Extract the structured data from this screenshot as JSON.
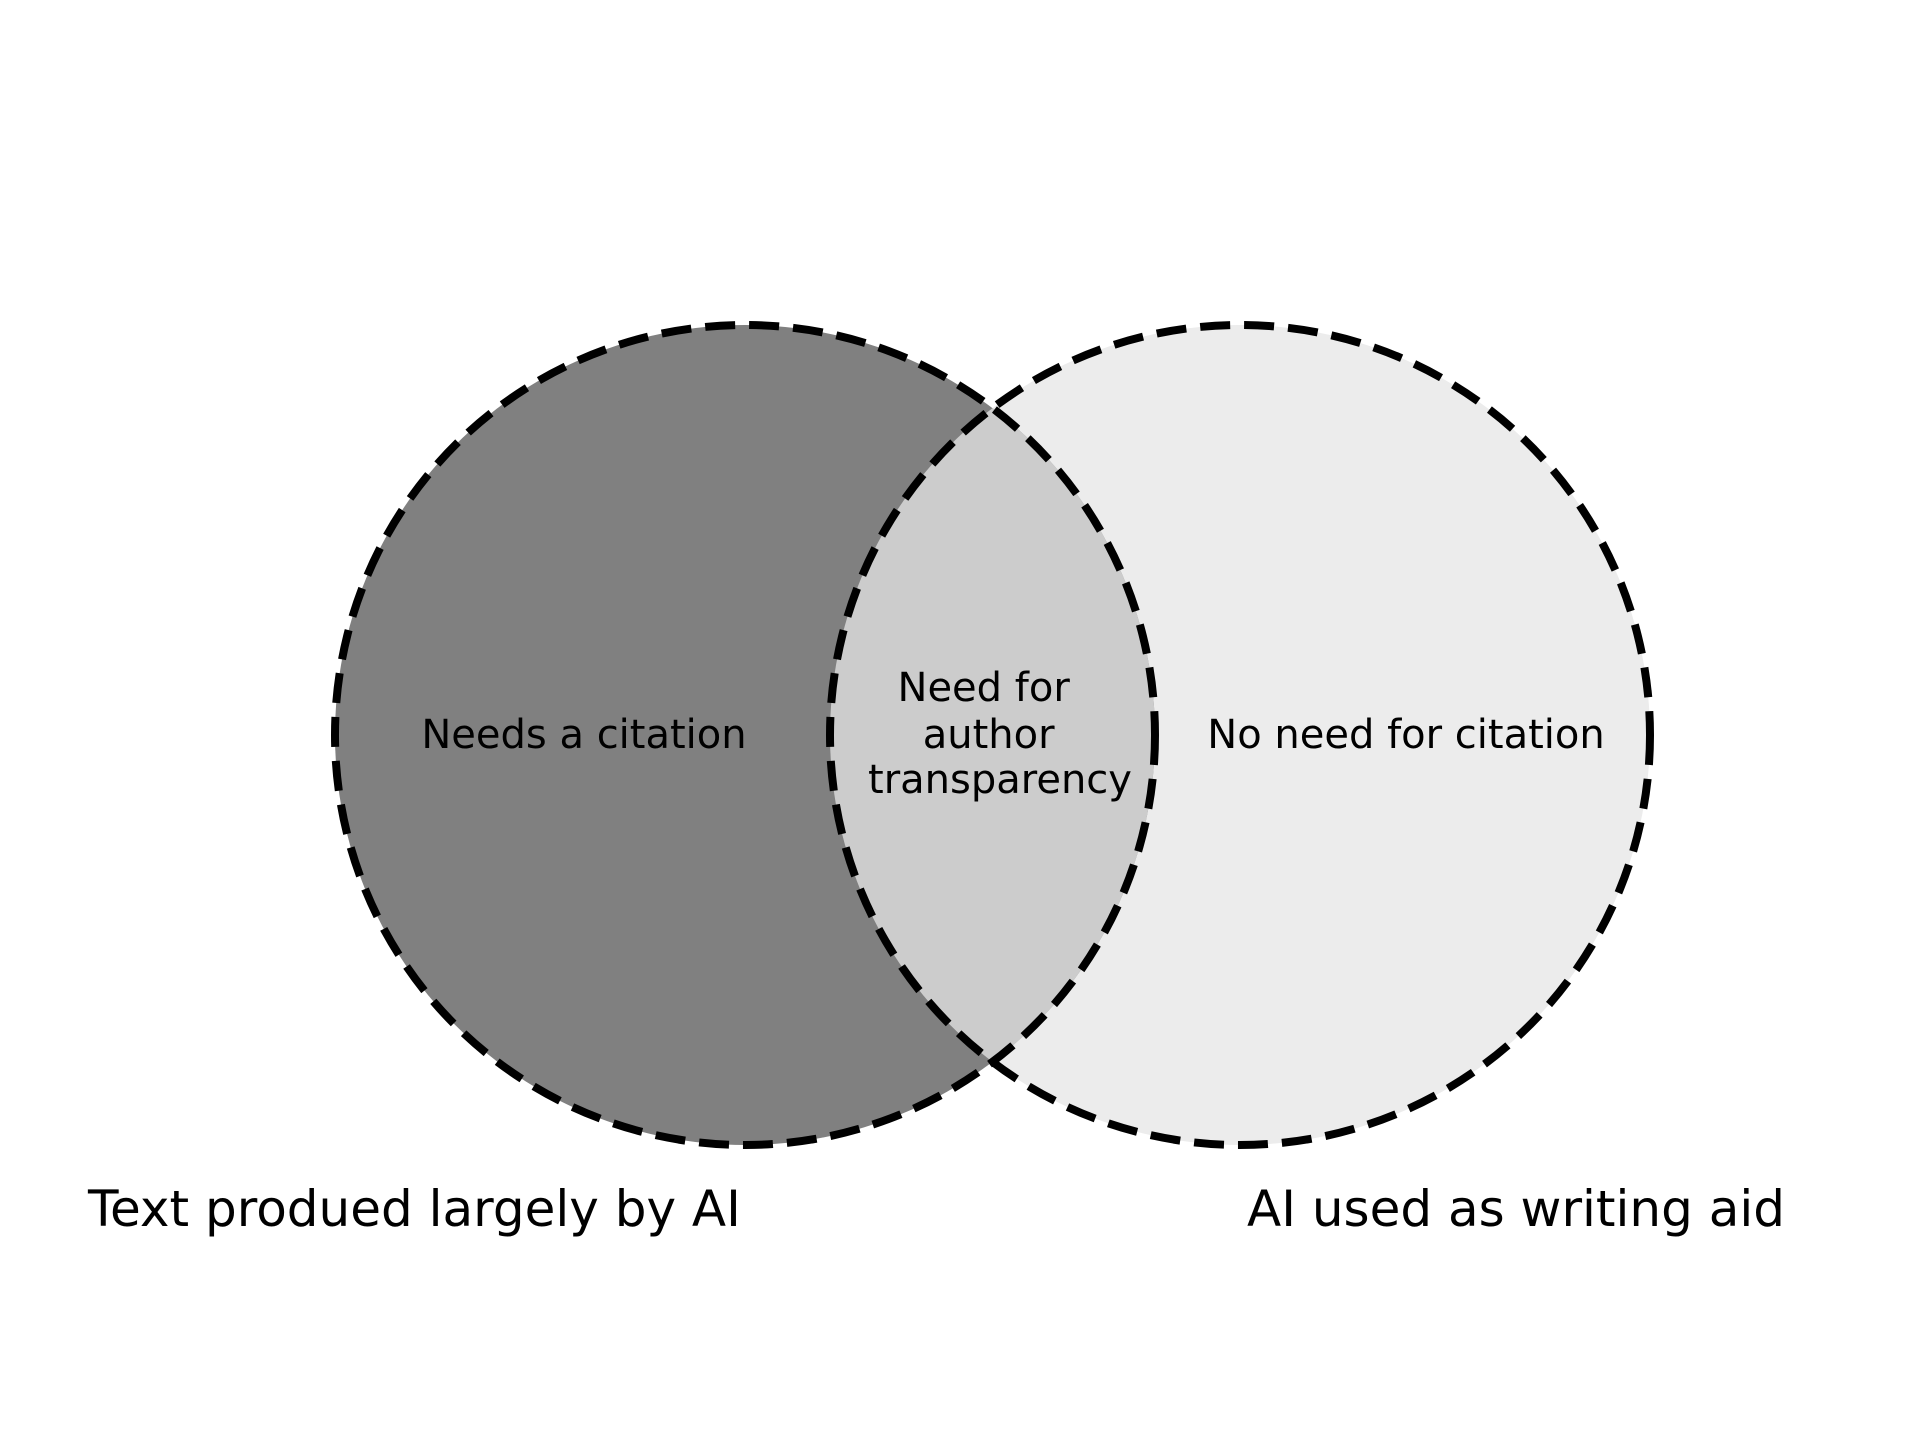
{
  "diagram": {
    "type": "venn",
    "sets": [
      {
        "id": "left",
        "label": "Text produed largely by AI"
      },
      {
        "id": "right",
        "label": "AI used as writing aid"
      }
    ],
    "regions": {
      "left_only": {
        "label": "Needs a citation",
        "color": "#808080"
      },
      "intersection": {
        "label_lines": [
          "Need for",
          "author",
          "transparency"
        ],
        "color": "#cccccc"
      },
      "right_only": {
        "label": "No need for citation",
        "color": "#ececec"
      }
    },
    "outline": {
      "color": "#000000",
      "style": "dashed"
    }
  }
}
